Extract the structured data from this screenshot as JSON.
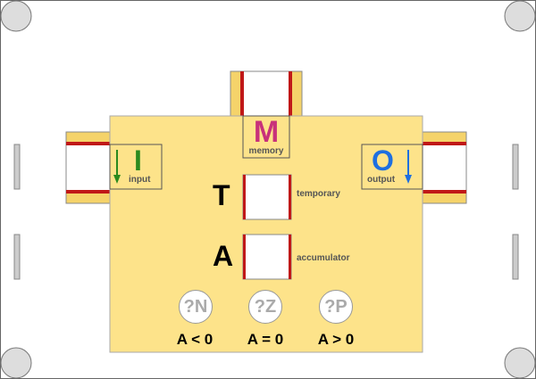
{
  "colors": {
    "chip_fill": "#fde38a",
    "memory_letter": "#c8317a",
    "input_letter": "#2a8a1e",
    "output_letter": "#1e6fe0",
    "red_edge": "#c01818",
    "yellow_edge": "#f5d36a"
  },
  "memory": {
    "letter": "M",
    "label": "memory"
  },
  "input": {
    "letter": "I",
    "label": "input",
    "arrow": "down-arrow-icon"
  },
  "output": {
    "letter": "O",
    "label": "output",
    "arrow": "down-arrow-icon"
  },
  "temporary": {
    "letter": "T",
    "label": "temporary"
  },
  "accumulator": {
    "letter": "A",
    "label": "accumulator"
  },
  "flags": [
    {
      "badge": "?N",
      "condition": "A < 0"
    },
    {
      "badge": "?Z",
      "condition": "A = 0"
    },
    {
      "badge": "?P",
      "condition": "A > 0"
    }
  ]
}
